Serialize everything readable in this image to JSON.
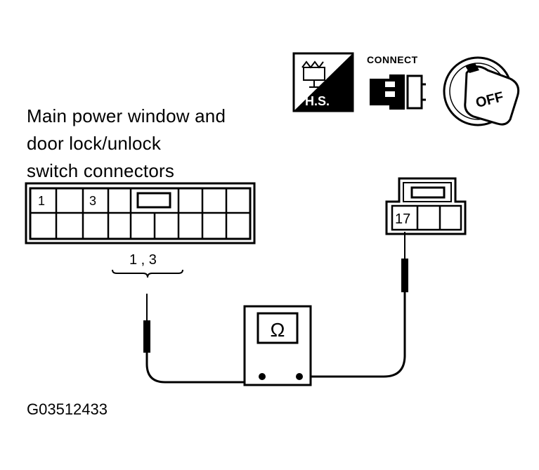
{
  "title_lines": [
    "Main power window and",
    "door lock/unlock",
    "switch connectors"
  ],
  "icons": {
    "hs_label": "H.S.",
    "connect_label": "CONNECT",
    "ignition_label": "OFF"
  },
  "left_connector": {
    "pin_a": "1",
    "pin_b": "3",
    "bracket_label": "1 , 3"
  },
  "right_connector": {
    "pin": "17"
  },
  "meter_symbol": "Ω",
  "figure_id": "G03512433"
}
